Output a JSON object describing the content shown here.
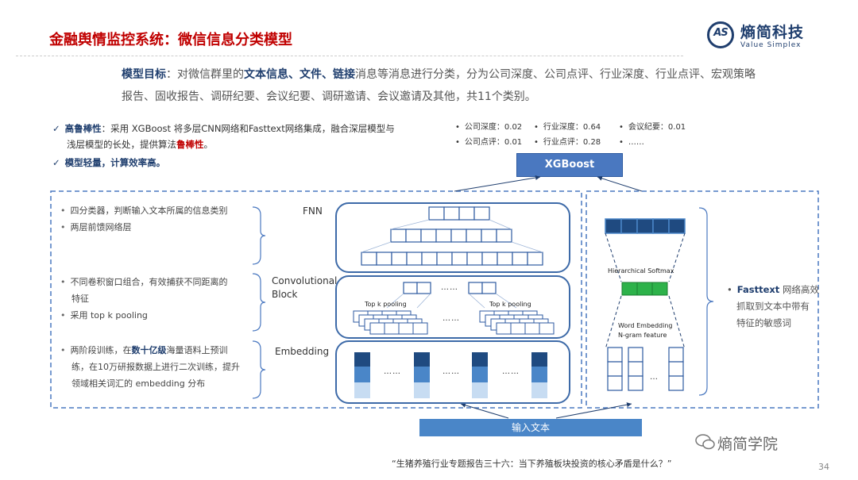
{
  "header": {
    "title": "金融舆情监控系统：微信信息分类模型",
    "logo_letters": "AS",
    "logo_cn": "熵简科技",
    "logo_en": "Value Simplex"
  },
  "goal": {
    "label": "模型目标",
    "colon": "：",
    "pre": "对微信群里的",
    "k1": "文本信息、文件、链接",
    "post": "消息等消息进行分类，分为公司深度、公司点评、行业深度、行业点评、宏观策略报告、固收报告、调研纪要、会议纪要、调研邀请、会议邀请及其他，共11个类别。"
  },
  "bullets": {
    "b1_head": "高鲁棒性",
    "b1_text": "：采用 XGBoost 将多层CNN网络和Fasttext网络集成，融合深层模型与",
    "b1_line2": "浅层模型的长处，提供算法",
    "b1_red": "鲁棒性",
    "b1_end": "。",
    "b2": "模型轻量，计算效率高。"
  },
  "probs": [
    [
      "公司深度：0.02",
      "行业深度：0.64",
      "会议纪要：0.01"
    ],
    [
      "公司点评：0.01",
      "行业点评：0.28",
      "……"
    ]
  ],
  "diagram": {
    "xgboost": "XGBoost",
    "fnn": "FNN",
    "conv1": "Convolutional",
    "conv2": "Block",
    "emb": "Embedding",
    "topk": "Top k pooling",
    "ellipsis": "……",
    "hier": "Hierarchical Softmax",
    "wemb": "Word Embedding",
    "ngram": "N-gram feature",
    "small_ellipsis": "…",
    "input": "输入文本"
  },
  "left_notes": {
    "fnn": [
      "四分类器，判断输入文本所属的信息类别",
      "两层前馈网络层"
    ],
    "conv": [
      "不同卷积窗口组合，有效捕获不同距离的",
      "特征",
      "采用 top k pooling"
    ],
    "emb_pre": "两阶段训练，在",
    "emb_bold": "数十亿级",
    "emb_post": "海量语料上预训",
    "emb_l2": "练，在10万研报数据上进行二次训练，提升",
    "emb_l3": "领域相关词汇的 embedding 分布"
  },
  "fasttext": {
    "name": "Fasttext",
    "t1": " 网络高效",
    "t2": "抓取到文本中带有",
    "t3": "特征的敏感词"
  },
  "footer": {
    "quote": "“生猪养殖行业专题报告三十六：当下养殖板块投资的核心矛盾是什么？”",
    "page": "34",
    "wechat": "熵简学院"
  },
  "colors": {
    "navy": "#1f3e6e",
    "accent_red": "#c00000",
    "box_blue": "#4a78c0",
    "green": "#2db24a"
  }
}
